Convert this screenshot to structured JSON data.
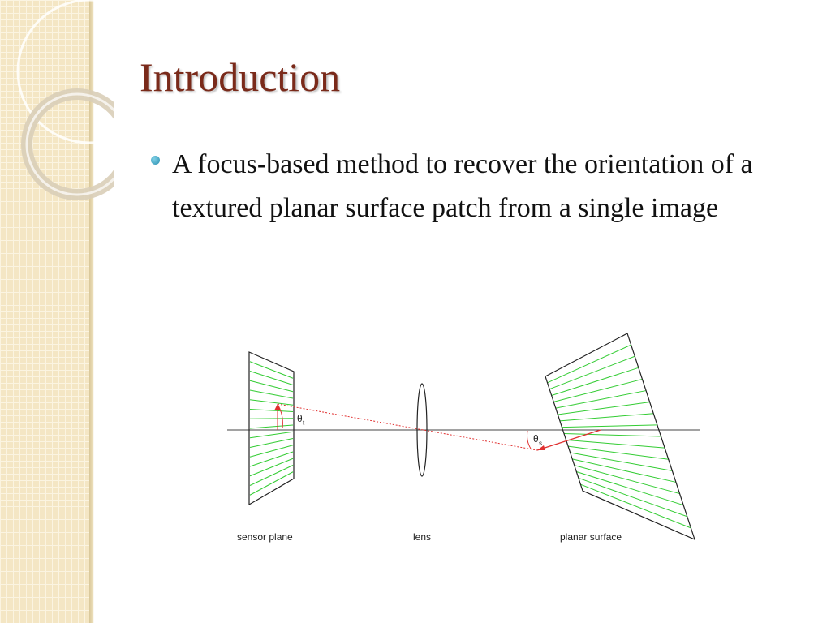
{
  "slide": {
    "title": "Introduction",
    "bullets": [
      "A focus-based method to recover the orientation of a textured planar surface patch from a single image"
    ]
  },
  "diagram": {
    "labels": {
      "sensor_plane": "sensor plane",
      "lens": "lens",
      "planar_surface": "planar surface",
      "theta_t": "θ",
      "theta_t_sub": "t",
      "theta_s": "θ",
      "theta_s_sub": "s"
    },
    "colors": {
      "texture_lines": "#33cc33",
      "ray": "#e03030",
      "outline": "#222222",
      "axis": "#444444"
    }
  },
  "theme": {
    "title_color": "#7a2a1a",
    "bullet_color": "#2a8fb0",
    "sidebar_color": "#f4e6c4"
  }
}
